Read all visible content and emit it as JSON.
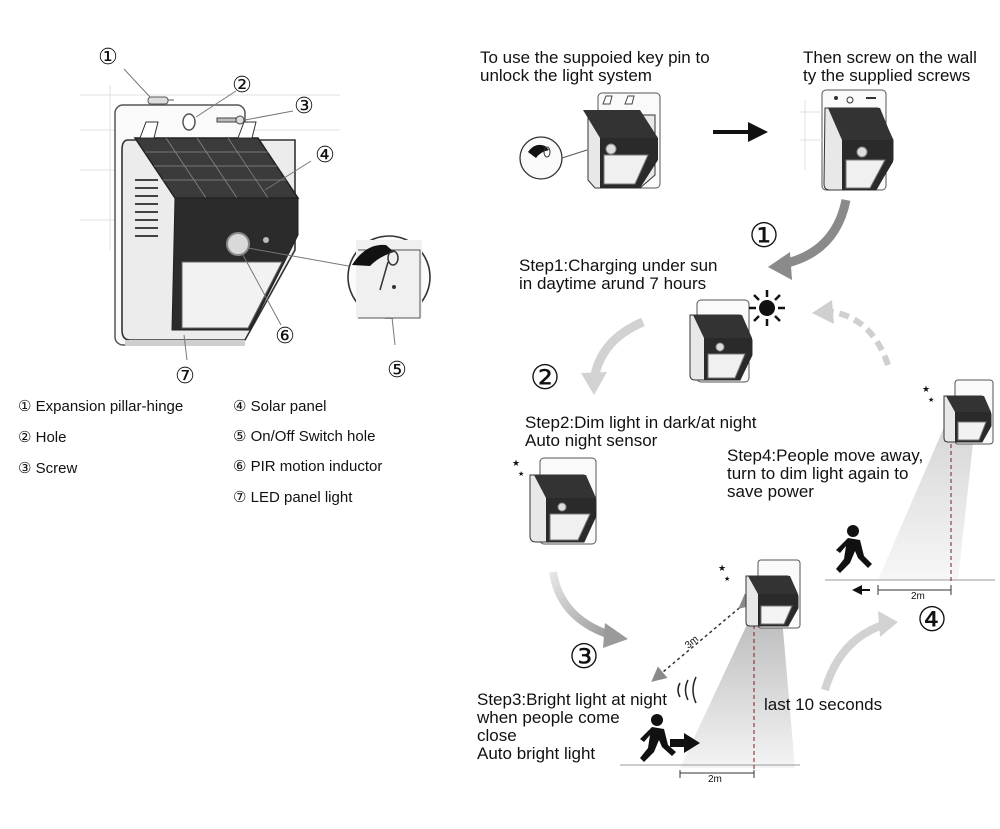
{
  "top_left_text": "To use the suppoied key pin to\nunlock the light system",
  "top_right_text": "Then screw on the wall\nty the supplied screws",
  "step1": "Step1:Charging under sun\nin daytime arund 7 hours",
  "step2": "Step2:Dim light in dark/at night\nAuto night sensor",
  "step3": "Step3:Bright light at night\nwhen people come\nclose\nAuto bright light",
  "step4": "Step4:People move away,\nturn to dim light again to\nsave power",
  "last_text": "last 10 seconds",
  "dist_3m": "3m",
  "dist_2m_a": "2m",
  "dist_2m_b": "2m",
  "part_markers": [
    "①",
    "②",
    "③",
    "④",
    "⑤",
    "⑥",
    "⑦"
  ],
  "step_markers": [
    "①",
    "②",
    "③",
    "④"
  ],
  "legend": [
    {
      "mark": "①",
      "label": "Expansion pillar-hinge"
    },
    {
      "mark": "②",
      "label": "Hole"
    },
    {
      "mark": "③",
      "label": "Screw"
    },
    {
      "mark": "④",
      "label": "Solar panel"
    },
    {
      "mark": "⑤",
      "label": "On/Off Switch hole"
    },
    {
      "mark": "⑥",
      "label": "PIR motion inductor"
    },
    {
      "mark": "⑦",
      "label": "LED panel light"
    }
  ]
}
